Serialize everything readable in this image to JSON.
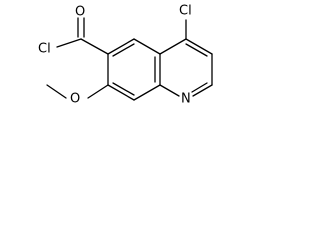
{
  "molecule": {
    "atoms": {
      "acid_chloride_cl": "Cl",
      "carbonyl_o": "O",
      "ring_cl": "Cl",
      "methoxy_o": "O",
      "ring_n": "N"
    }
  }
}
